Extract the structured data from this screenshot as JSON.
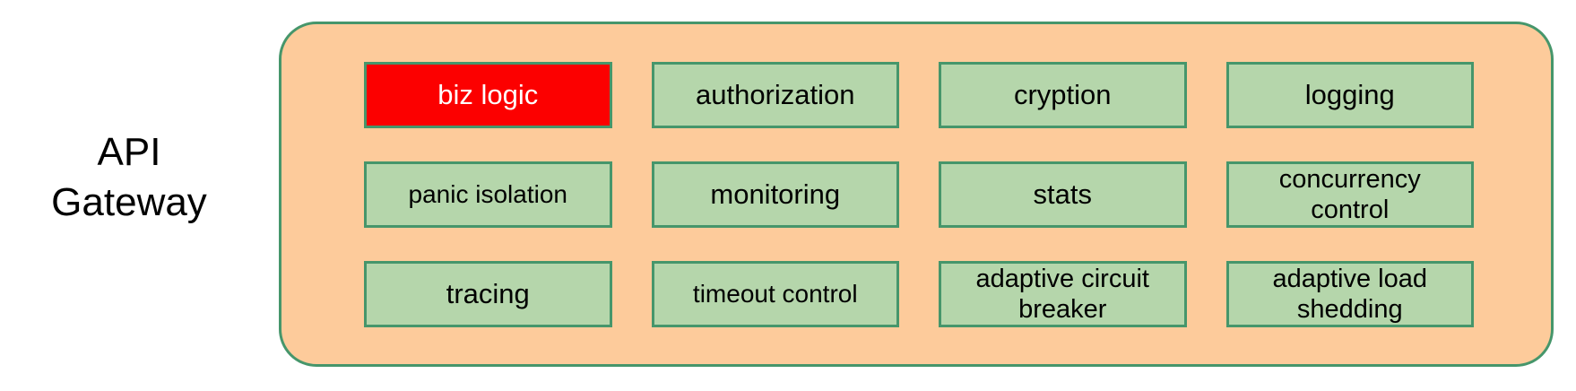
{
  "diagram": {
    "left_label": "API\nGateway",
    "colors": {
      "container_fill": "#fdcb9b",
      "container_border": "#46966b",
      "box_fill": "#b5d6ab",
      "box_border": "#46966b",
      "highlight_fill": "#fc0000",
      "highlight_text": "#ffffff",
      "text": "#000000",
      "page_background": "#ffffff"
    },
    "rows": [
      [
        {
          "label": "biz logic",
          "highlight": true,
          "lines": 1
        },
        {
          "label": "authorization",
          "highlight": false,
          "lines": 1
        },
        {
          "label": "cryption",
          "highlight": false,
          "lines": 1
        },
        {
          "label": "logging",
          "highlight": false,
          "lines": 1
        }
      ],
      [
        {
          "label": "panic isolation",
          "highlight": false,
          "lines": 1
        },
        {
          "label": "monitoring",
          "highlight": false,
          "lines": 1
        },
        {
          "label": "stats",
          "highlight": false,
          "lines": 1
        },
        {
          "label": "concurrency\ncontrol",
          "highlight": false,
          "lines": 2
        }
      ],
      [
        {
          "label": "tracing",
          "highlight": false,
          "lines": 1
        },
        {
          "label": "timeout control",
          "highlight": false,
          "lines": 1
        },
        {
          "label": "adaptive circuit\nbreaker",
          "highlight": false,
          "lines": 2
        },
        {
          "label": "adaptive load\nshedding",
          "highlight": false,
          "lines": 2
        }
      ]
    ]
  }
}
